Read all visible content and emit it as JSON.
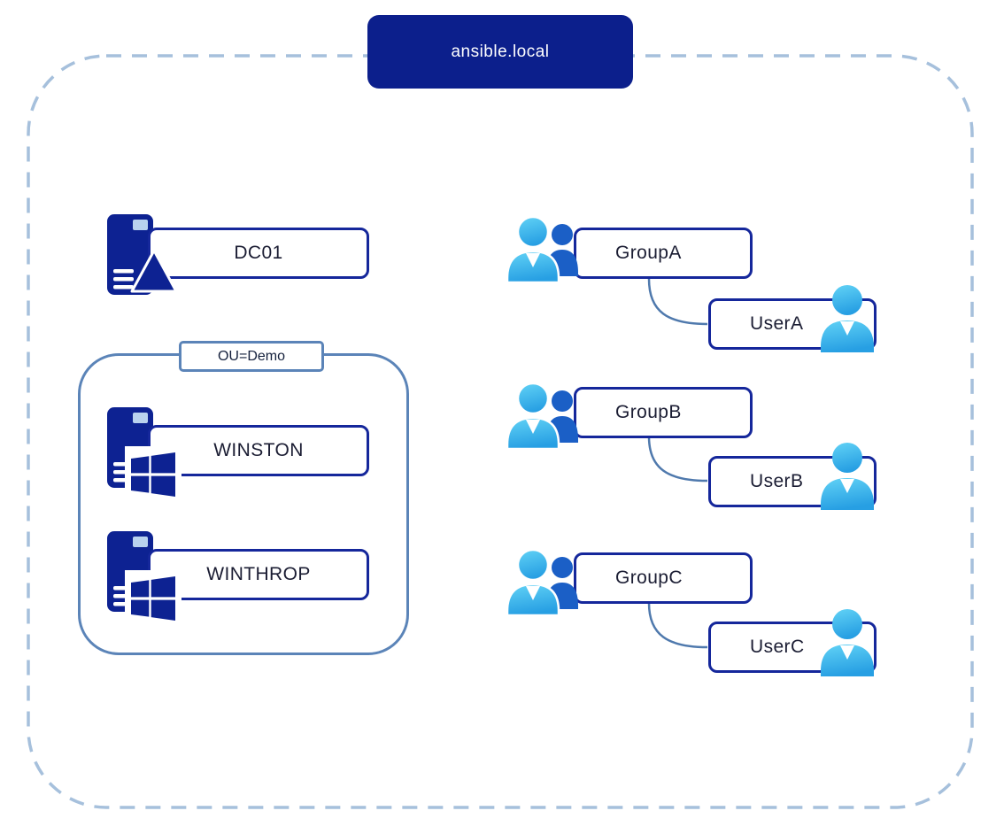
{
  "domain": {
    "label": "ansible.local"
  },
  "dc": {
    "label": "DC01"
  },
  "ou": {
    "label": "OU=Demo",
    "servers": [
      {
        "label": "WINSTON"
      },
      {
        "label": "WINTHROP"
      }
    ]
  },
  "groups": [
    {
      "label": "GroupA",
      "user": {
        "label": "UserA"
      }
    },
    {
      "label": "GroupB",
      "user": {
        "label": "UserB"
      }
    },
    {
      "label": "GroupC",
      "user": {
        "label": "UserC"
      }
    }
  ],
  "icons": {
    "server": "server-tower-icon",
    "domain_controller_triangle": "dc-delta-triangle-icon",
    "windows_logo": "windows-logo-icon",
    "group": "group-two-people-icon",
    "user": "user-person-icon"
  },
  "colors": {
    "header_bg": "#0c1f8c",
    "box_border": "#15279b",
    "ou_border": "#5b84b8",
    "boundary_dash": "#a6c0dc",
    "person_light": "#45c4ef",
    "person_dark": "#1b5fc6",
    "connector": "#4f79ad",
    "text": "#1b1d33",
    "header_text": "#ffffff"
  }
}
